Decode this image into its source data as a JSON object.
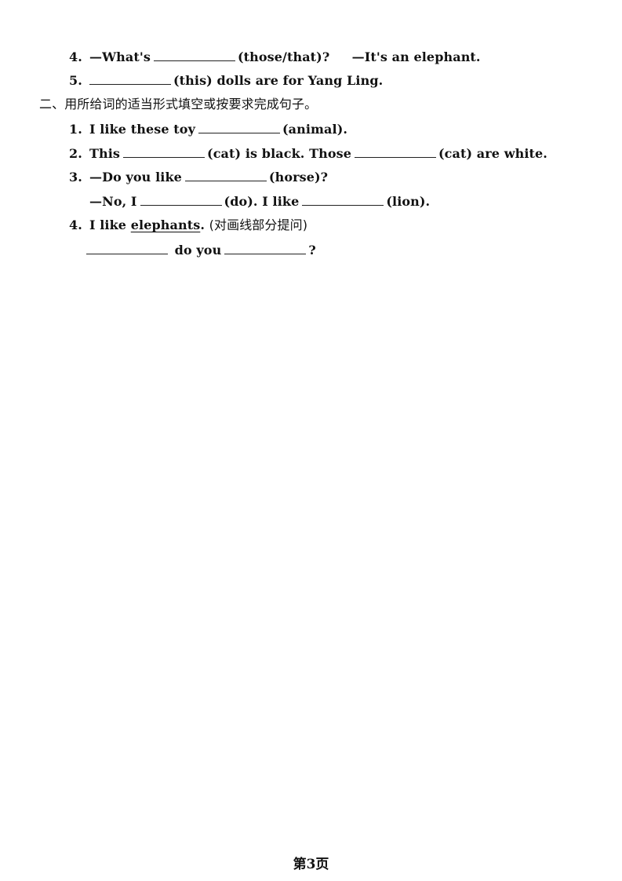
{
  "part1_items": {
    "q4": {
      "num": "4.",
      "a": "—What's",
      "b": "(those/that)?",
      "c": "—It's an elephant."
    },
    "q5": {
      "num": "5.",
      "a": "(this) dolls are for Yang Ling."
    }
  },
  "section2": {
    "title": "二、用所给词的适当形式填空或按要求完成句子。",
    "q1": {
      "num": "1.",
      "a": "I like these toy",
      "b": "(animal)."
    },
    "q2": {
      "num": "2.",
      "a": "This",
      "b": "(cat) is black. Those",
      "c": "(cat) are white."
    },
    "q3": {
      "num": "3.",
      "a": "—Do you like",
      "b": "(horse)?",
      "c": "—No, I",
      "d": "(do). I like",
      "e": "(lion)."
    },
    "q4": {
      "num": "4.",
      "a": "I like",
      "underlined": "elephants",
      "b": ".",
      "note": "(对画线部分提问)",
      "c": "do you",
      "d": "?"
    }
  },
  "footer": {
    "page_label": "第3页"
  }
}
